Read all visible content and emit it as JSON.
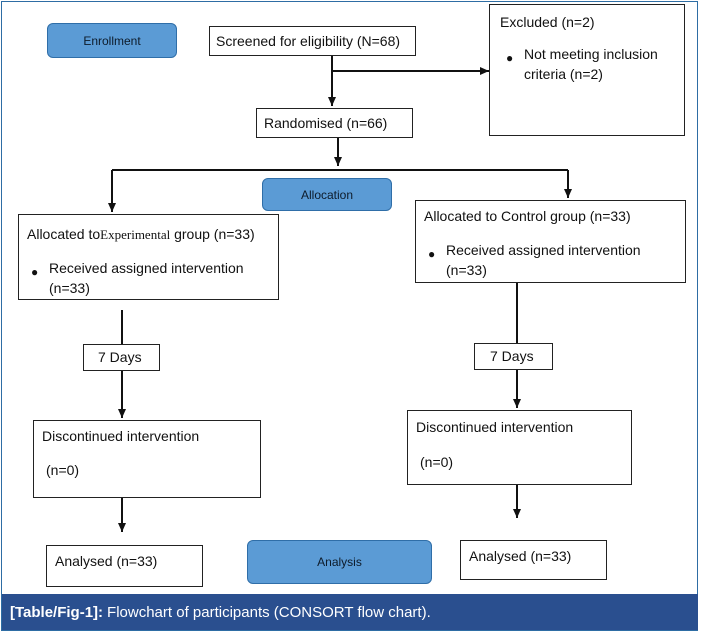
{
  "stages": {
    "enrollment": "Enrollment",
    "allocation": "Allocation",
    "analysis": "Analysis"
  },
  "screened": "Screened for eligibility (N=68)",
  "excluded": {
    "title": "Excluded (n=2)",
    "bullet_line1": "Not meeting inclusion",
    "bullet_line2": "criteria (n=2)"
  },
  "randomised": "Randomised (n=66)",
  "experimental": {
    "title_pre": "Allocated to",
    "title_group": "Experimental",
    "title_post": "group (n=33)",
    "bullet_line1": "Received assigned intervention",
    "bullet_line2": "(n=33)",
    "followup": "7 Days",
    "discontinued": "Discontinued intervention",
    "discontinued_n": "(n=0)",
    "analysed": "Analysed (n=33)"
  },
  "control": {
    "title": "Allocated to Control group (n=33)",
    "bullet_line1": "Received assigned intervention",
    "bullet_line2": "(n=33)",
    "followup": "7 Days",
    "discontinued": "Discontinued intervention",
    "discontinued_n": "(n=0)",
    "analysed": "Analysed (n=33)"
  },
  "caption": {
    "label": "[Table/Fig-1]:",
    "text": "Flowchart of participants (CONSORT flow chart)."
  },
  "colors": {
    "stage_fill": "#5b9bd5",
    "caption_bg": "#2a4f8f"
  }
}
